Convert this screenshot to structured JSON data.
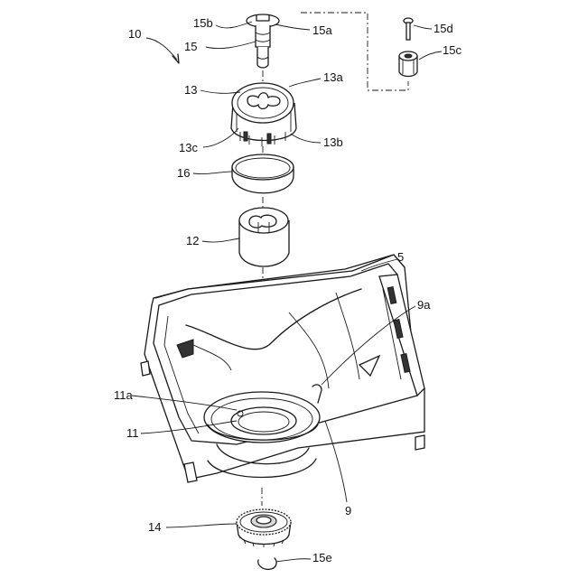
{
  "figure": {
    "labels": {
      "l10": "10",
      "l15b": "15b",
      "l15a": "15a",
      "l15": "15",
      "l15d": "15d",
      "l15c": "15c",
      "l13": "13",
      "l13a": "13a",
      "l13c": "13c",
      "l13b": "13b",
      "l16": "16",
      "l12": "12",
      "l5": "5",
      "l9a": "9a",
      "l11a": "11a",
      "l11": "11",
      "l9": "9",
      "l14": "14",
      "l15e": "15e"
    }
  }
}
